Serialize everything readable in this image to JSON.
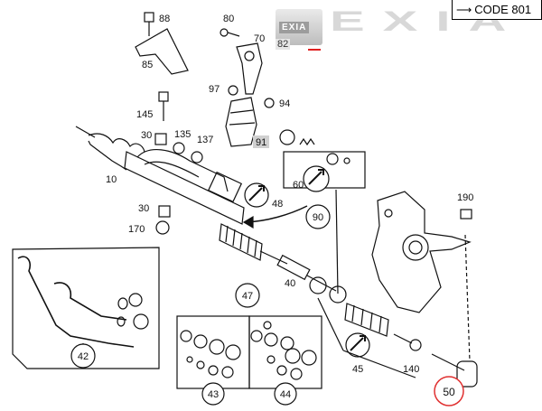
{
  "header": {
    "code_label": "CODE 801",
    "arrow_icon": "arrow-right-icon"
  },
  "watermark": {
    "logo_text": "EXIA",
    "brand_text": "EXIA",
    "logo_number": "82",
    "logo_accent": "#e02020"
  },
  "callouts": {
    "c88": "88",
    "c80": "80",
    "c70": "70",
    "c85": "85",
    "c97": "97",
    "c94": "94",
    "c145": "145",
    "c30a": "30",
    "c135": "135",
    "c137": "137",
    "c91": "91",
    "c10": "10",
    "c60": "60",
    "c48": "48",
    "c30b": "30",
    "c170": "170",
    "c90": "90",
    "c190": "190",
    "c40": "40",
    "c45": "45",
    "c140": "140"
  },
  "circled": {
    "c42": "42",
    "c43": "43",
    "c44": "44",
    "c47": "47",
    "c50": "50"
  },
  "colors": {
    "line": "#111111",
    "highlight": "#e03030",
    "label_bg": "#d0d0d0"
  }
}
